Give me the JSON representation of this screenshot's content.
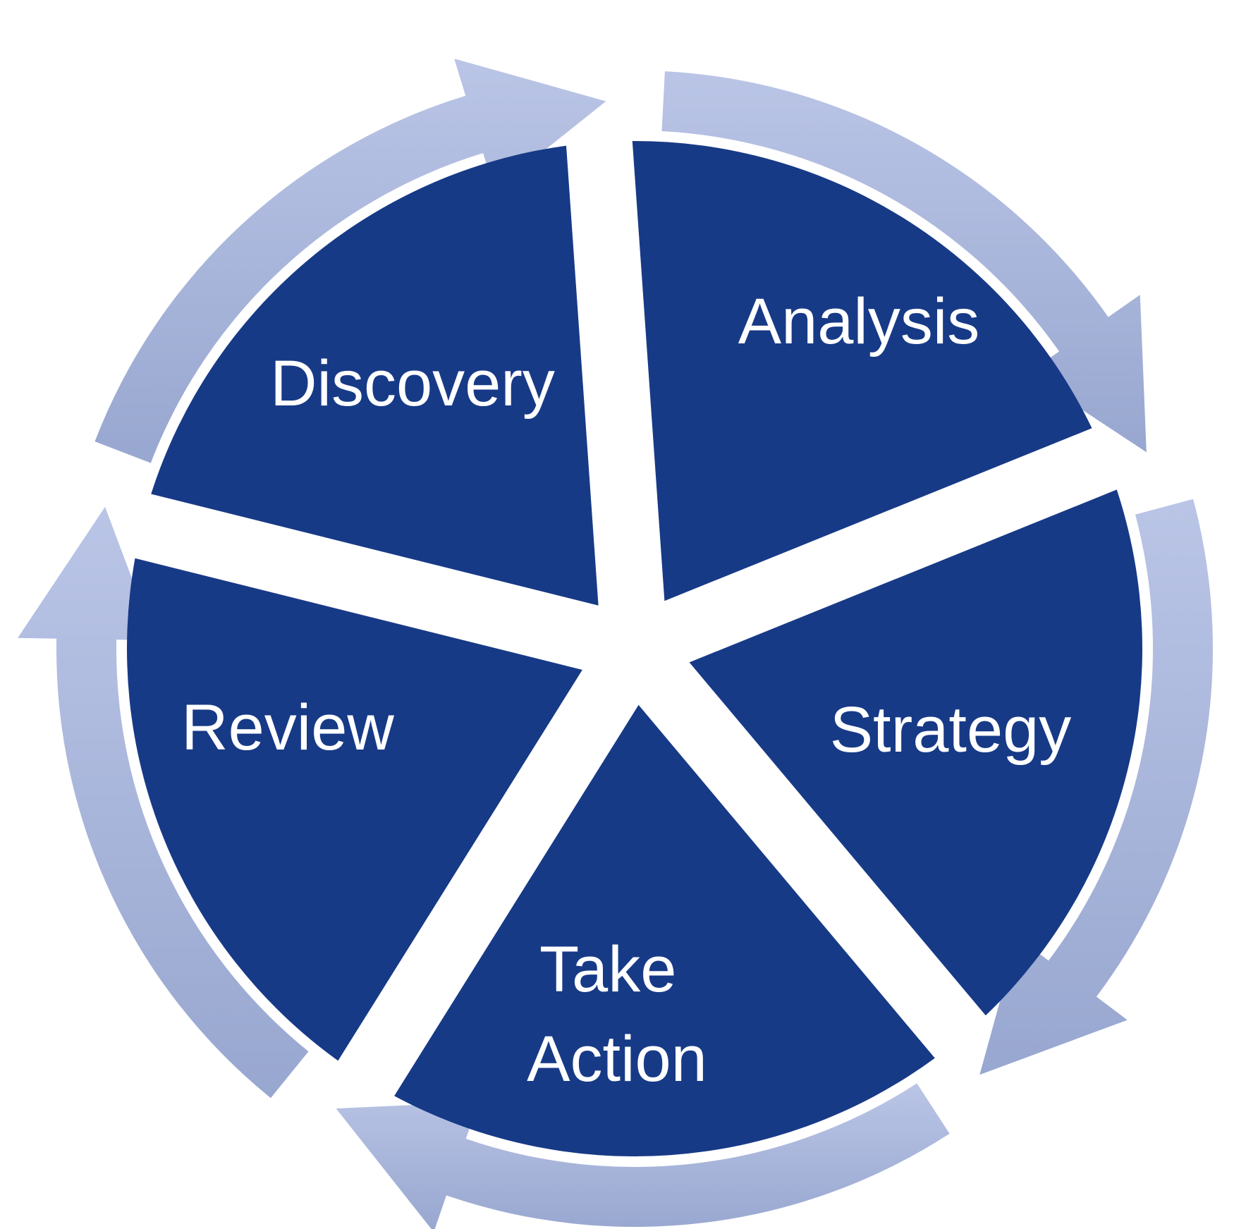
{
  "diagram": {
    "type": "cycle",
    "colors": {
      "segment_fill": "#173a87",
      "arrow_light": "#b9c4e4",
      "arrow_dark": "#97a6cf",
      "background": "#ffffff"
    },
    "segments": [
      {
        "id": "analysis",
        "lines": [
          "Analysis"
        ]
      },
      {
        "id": "strategy",
        "lines": [
          "Strategy"
        ]
      },
      {
        "id": "take-action",
        "lines": [
          "Take",
          "Action"
        ]
      },
      {
        "id": "review",
        "lines": [
          "Review"
        ]
      },
      {
        "id": "discovery",
        "lines": [
          "Discovery"
        ]
      }
    ]
  }
}
